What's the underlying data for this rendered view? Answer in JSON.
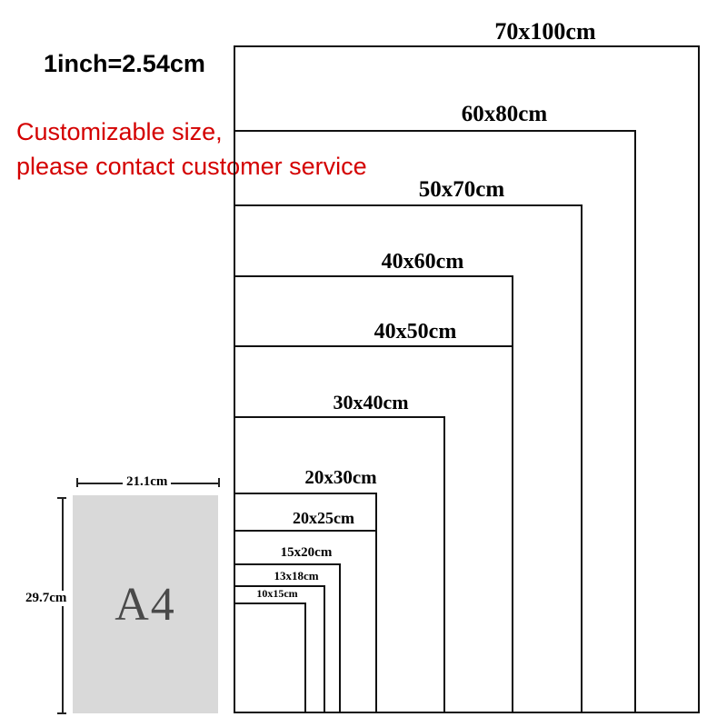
{
  "header": {
    "inch_note": "1inch=2.54cm"
  },
  "notice": {
    "line1": "Customizable size,",
    "line2": "please contact customer service",
    "color": "#d40000"
  },
  "a4": {
    "label": "A4",
    "width_label": "21.1cm",
    "height_label": "29.7cm",
    "fill_color": "#d9d9d9"
  },
  "sizes": [
    {
      "label": "70x100cm",
      "w_cm": 70,
      "h_cm": 100
    },
    {
      "label": "60x80cm",
      "w_cm": 60,
      "h_cm": 80
    },
    {
      "label": "50x70cm",
      "w_cm": 50,
      "h_cm": 70
    },
    {
      "label": "40x60cm",
      "w_cm": 40,
      "h_cm": 60
    },
    {
      "label": "40x50cm",
      "w_cm": 40,
      "h_cm": 50
    },
    {
      "label": "30x40cm",
      "w_cm": 30,
      "h_cm": 40
    },
    {
      "label": "20x30cm",
      "w_cm": 20,
      "h_cm": 30
    },
    {
      "label": "20x25cm",
      "w_cm": 20,
      "h_cm": 25
    },
    {
      "label": "15x20cm",
      "w_cm": 15,
      "h_cm": 20
    },
    {
      "label": "13x18cm",
      "w_cm": 13,
      "h_cm": 18
    },
    {
      "label": "10x15cm",
      "w_cm": 10,
      "h_cm": 15
    }
  ]
}
